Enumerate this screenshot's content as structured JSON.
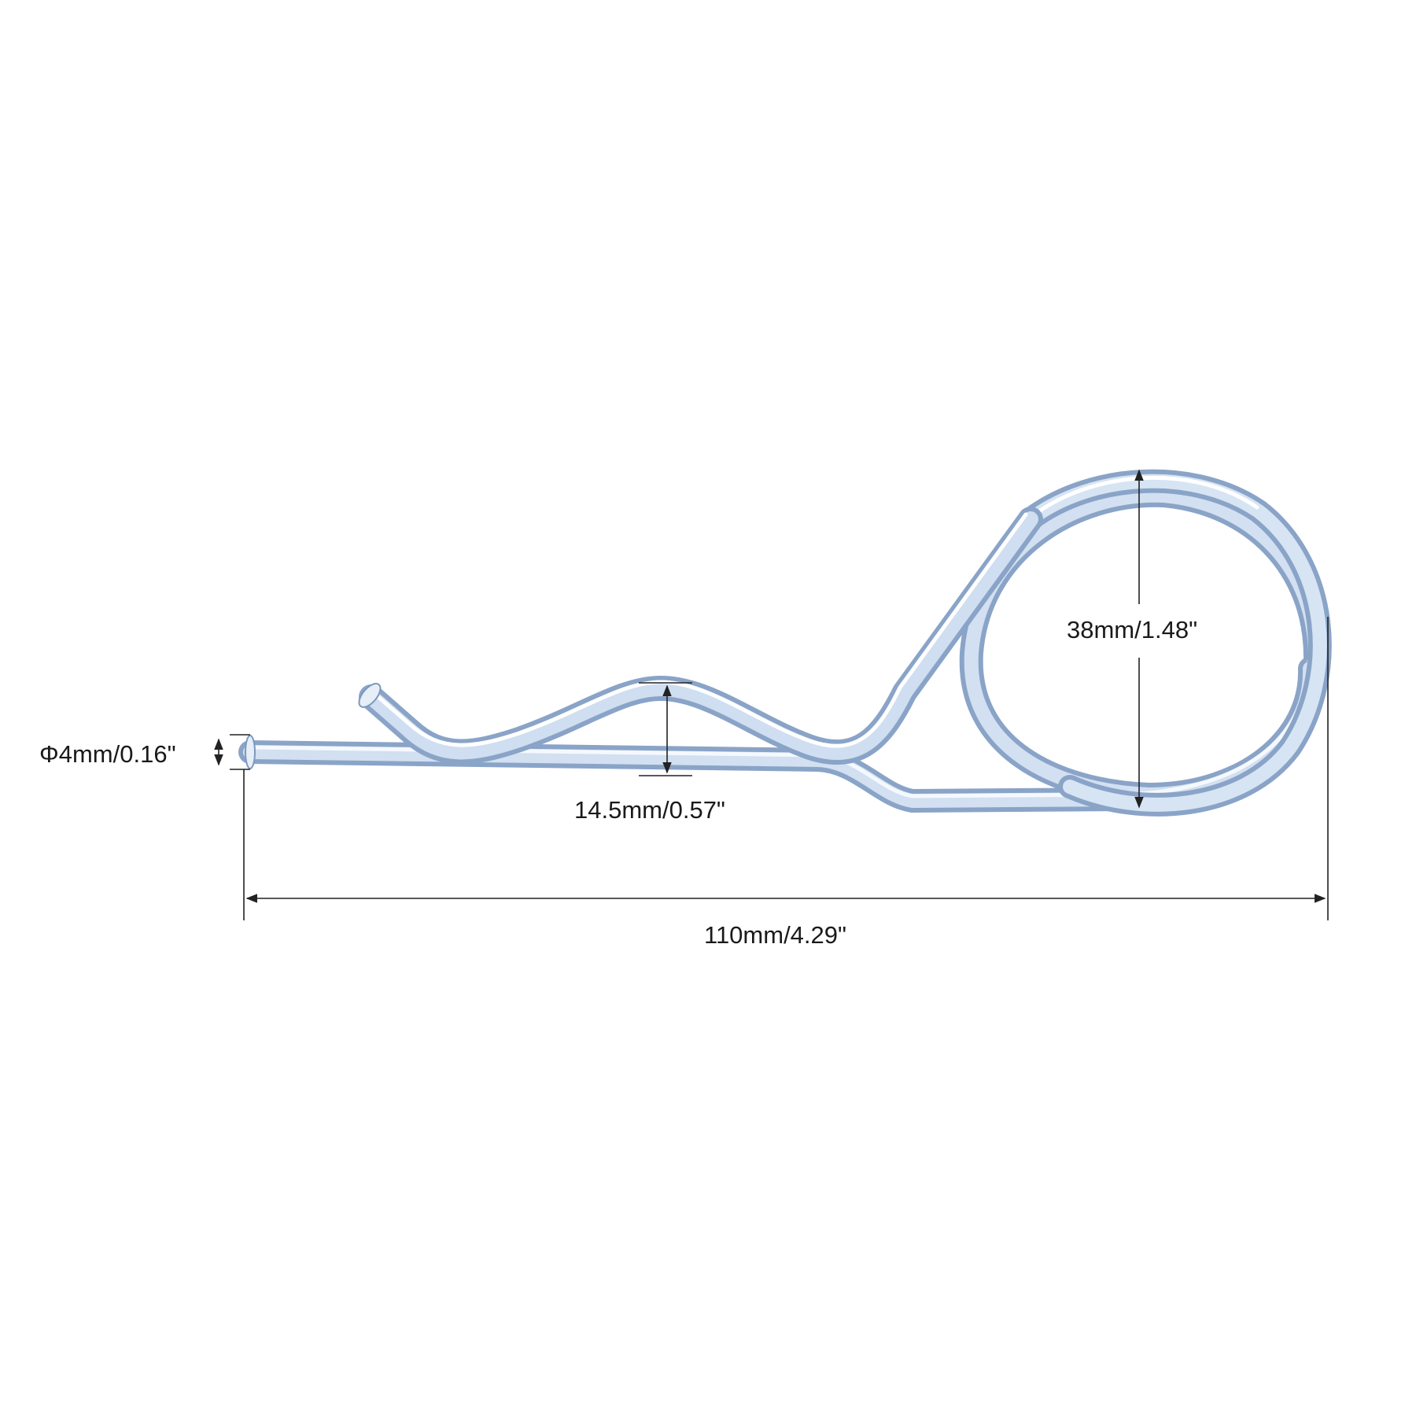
{
  "dimensions": {
    "wire_diameter": "Φ4mm/0.16\"",
    "wave_height": "14.5mm/0.57\"",
    "loop_diameter": "38mm/1.48\"",
    "overall_length": "110mm/4.29\""
  },
  "colors": {
    "wire_highlight": "#f4f8fd",
    "wire_mid": "#c4d6ec",
    "wire_shadow": "#8fa9cc",
    "dimension_line": "#222222"
  }
}
